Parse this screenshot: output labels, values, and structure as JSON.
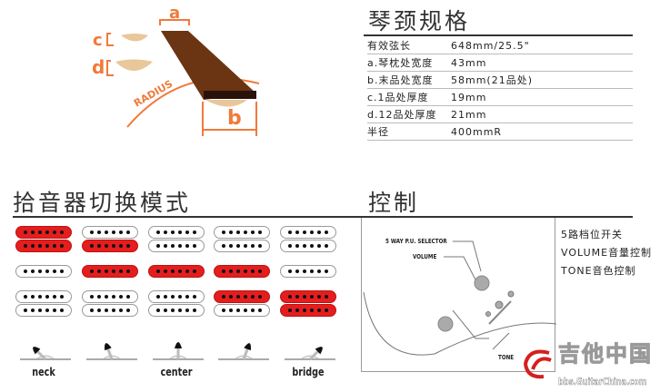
{
  "neck_spec": {
    "title": "琴颈规格",
    "rows": [
      {
        "label": "有效弦长",
        "value": "648mm/25.5\""
      },
      {
        "label": "a.琴枕处宽度",
        "value": "43mm"
      },
      {
        "label": "b.末品处宽度",
        "value": "58mm(21品处)"
      },
      {
        "label": "c.1品处厚度",
        "value": "19mm"
      },
      {
        "label": "d.12品处厚度",
        "value": "21mm"
      },
      {
        "label": "半径",
        "value": "400mmR"
      }
    ],
    "diagram": {
      "a": "a",
      "b": "b",
      "c": "c",
      "d": "d",
      "radius": "RADIUS"
    }
  },
  "pickup": {
    "title": "拾音器切换模式",
    "positions": [
      {
        "label": "neck",
        "neck": [
          true,
          true
        ],
        "middle": false,
        "bridge": [
          false,
          false
        ]
      },
      {
        "label": "",
        "neck": [
          false,
          true
        ],
        "middle": true,
        "bridge": [
          false,
          false
        ]
      },
      {
        "label": "center",
        "neck": [
          false,
          false
        ],
        "middle": true,
        "bridge": [
          false,
          false
        ]
      },
      {
        "label": "",
        "neck": [
          false,
          false
        ],
        "middle": true,
        "bridge": [
          true,
          false
        ]
      },
      {
        "label": "bridge",
        "neck": [
          false,
          false
        ],
        "middle": false,
        "bridge": [
          true,
          true
        ]
      }
    ]
  },
  "controls": {
    "title": "控制",
    "items": [
      "5路档位开关",
      "VOLUME音量控制",
      "TONE音色控制"
    ],
    "callouts": {
      "selector": "5 WAY P.U. SELECTOR",
      "volume": "VOLUME",
      "tone": "TONE"
    }
  },
  "watermark": {
    "name": "吉他中国",
    "url": "bbs.GuitarChina.com"
  },
  "colors": {
    "active": "#e41e1e",
    "wood": "#6b3412",
    "accent": "#f07a3a"
  }
}
